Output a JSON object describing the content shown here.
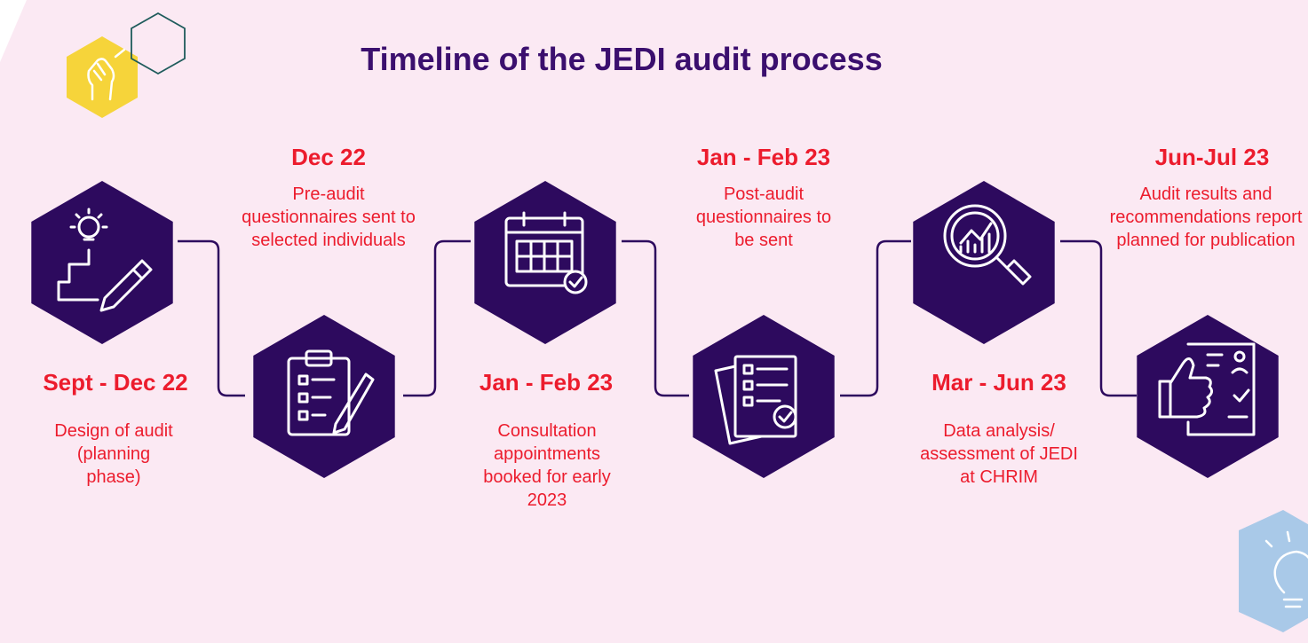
{
  "title": "Timeline of the JEDI audit process",
  "colors": {
    "background": "#fbe9f3",
    "hexagon": "#2d0a5e",
    "connector": "#2d0a5e",
    "title": "#3b0f6e",
    "accent_text": "#ec1c2d",
    "decor_yellow": "#f6d43a",
    "decor_blue": "#a9c9e8",
    "decor_outline": "#1e5b5b"
  },
  "steps": [
    {
      "date": "Sept - Dec 22",
      "description": "Design of audit (planning phase)",
      "icon": "lightbulb-plan-pencil-icon"
    },
    {
      "date": "Dec 22",
      "description": "Pre-audit questionnaires sent to selected individuals",
      "icon": "clipboard-checklist-icon"
    },
    {
      "date": "Jan - Feb 23",
      "description": "Consultation appointments booked for early 2023",
      "icon": "calendar-check-icon"
    },
    {
      "date": "Jan - Feb 23",
      "description": "Post-audit questionnaires to be sent",
      "icon": "documents-check-icon"
    },
    {
      "date": "Mar - Jun 23",
      "description": "Data analysis/ assessment of JEDI at CHRIM",
      "icon": "magnifier-chart-icon"
    },
    {
      "date": "Jun-Jul 23",
      "description": "Audit results and recommendations report planned for publication",
      "icon": "thumbs-up-checklist-icon"
    }
  ]
}
